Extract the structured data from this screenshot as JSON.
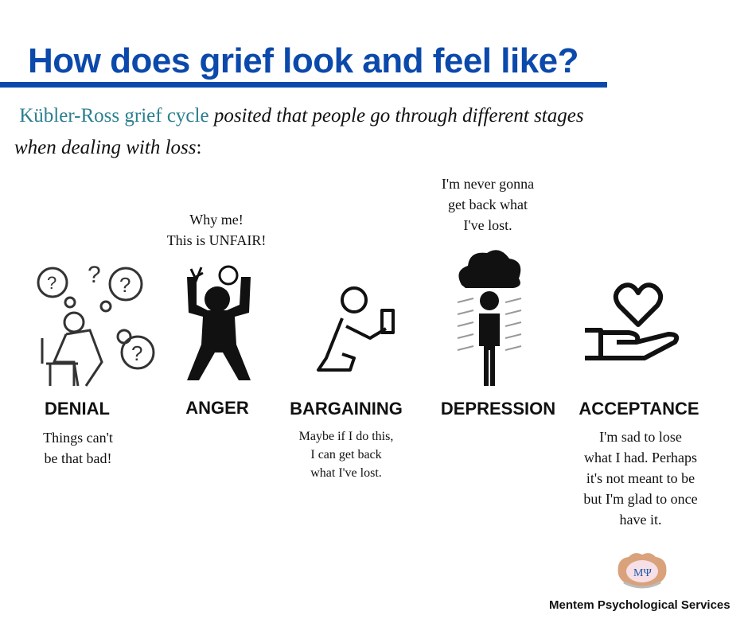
{
  "title": "How does grief look and feel like?",
  "intro": {
    "highlight": "Kübler-Ross grief cycle",
    "line1_rest": "posited that people go through different stages",
    "line2": "when dealing with loss",
    "colon": ":"
  },
  "stages": [
    {
      "label": "DENIAL",
      "quote": [
        "Things can't",
        "be that bad!"
      ],
      "icon": "confused-person-icon"
    },
    {
      "label": "ANGER",
      "quote": [
        "Why me!",
        "This is UNFAIR!"
      ],
      "icon": "angry-person-icon"
    },
    {
      "label": "BARGAINING",
      "quote": [
        "Maybe if I do this,",
        "I can get back",
        "what I've lost."
      ],
      "icon": "kneeling-person-icon"
    },
    {
      "label": "DEPRESSION",
      "quote": [
        "I'm never gonna",
        "get back what",
        "I've lost."
      ],
      "icon": "rain-cloud-person-icon"
    },
    {
      "label": "ACCEPTANCE",
      "quote": [
        "I'm sad to lose",
        "what I had. Perhaps",
        "it's not meant to be",
        "but I'm glad to once",
        "have it."
      ],
      "icon": "heart-hand-icon"
    }
  ],
  "brand": {
    "name": "Mentem Psychological Services",
    "logo_text": "MΨ"
  },
  "colors": {
    "title": "#0b49ab",
    "highlight": "#2a7f8f"
  }
}
